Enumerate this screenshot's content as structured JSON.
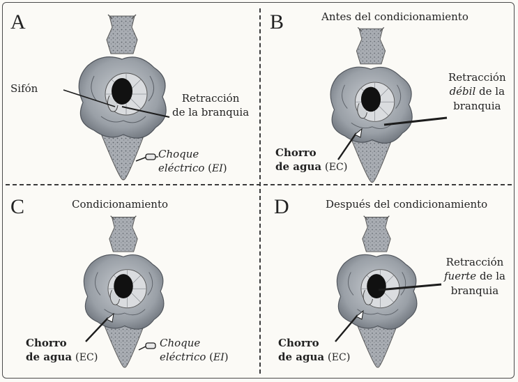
{
  "panels": {
    "a": {
      "letter": "A",
      "labels": {
        "siphon": "Sifón",
        "retraction_line1": "Retracción",
        "retraction_line2": "de la branquia",
        "shock_line1": "Choque",
        "shock_line2": "eléctrico",
        "shock_abbr": "EI"
      }
    },
    "b": {
      "letter": "B",
      "title": "Antes del condicionamiento",
      "labels": {
        "retraction_line1": "Retracción",
        "retraction_word": "débil",
        "retraction_rest": "de la",
        "retraction_line3": "branquia",
        "water_line1": "Chorro",
        "water_line2": "de agua",
        "water_abbr": "EC"
      }
    },
    "c": {
      "letter": "C",
      "title": "Condicionamiento",
      "labels": {
        "water_line1": "Chorro",
        "water_line2": "de agua",
        "water_abbr": "EC",
        "shock_line1": "Choque",
        "shock_line2": "eléctrico",
        "shock_abbr": "EI"
      }
    },
    "d": {
      "letter": "D",
      "title": "Después del condicionamiento",
      "labels": {
        "retraction_line1": "Retracción",
        "retraction_word": "fuerte",
        "retraction_rest": "de la",
        "retraction_line3": "branquia",
        "water_line1": "Chorro",
        "water_line2": "de agua",
        "water_abbr": "EC"
      }
    }
  },
  "colors": {
    "mantle": "#9aa0a7",
    "mantle_dark": "#6f757d",
    "parapodia": "#b9bdc3",
    "gill": "#d9dcde",
    "gill_dark": "#111111",
    "ink": "#1c1c1c"
  },
  "icons": {
    "creature": "aplysia-illustration",
    "electrode": "electrode-icon",
    "water_jet": "water-jet-icon"
  }
}
